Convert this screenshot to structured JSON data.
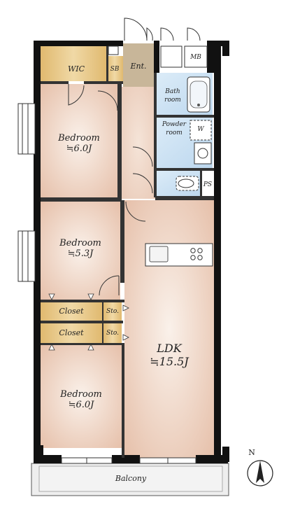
{
  "colors": {
    "wall": "#111111",
    "floor_warm": "#e9c8b3",
    "floor_center": "#f8ece4",
    "closet": "#e9c98a",
    "entry": "#c9b79b",
    "wet": "#cfe3f3",
    "balcony": "#ececec"
  },
  "rooms": {
    "bedroom1": {
      "name": "Bedroom",
      "area": "≒6.0J"
    },
    "bedroom2": {
      "name": "Bedroom",
      "area": "≒5.3J"
    },
    "bedroom3": {
      "name": "Bedroom",
      "area": "≒6.0J"
    },
    "ldk": {
      "name": "LDK",
      "area": "≒15.5J"
    },
    "wic": {
      "name": "WIC"
    },
    "sb": {
      "name": "SB"
    },
    "ent": {
      "name": "Ent."
    },
    "mb": {
      "name": "MB"
    },
    "bath": {
      "name": "Bath room"
    },
    "powder": {
      "name": "Powder room"
    },
    "ps": {
      "name": "PS"
    },
    "closet1": {
      "name": "Closet"
    },
    "closet2": {
      "name": "Closet"
    },
    "sto1": {
      "name": "Sto."
    },
    "sto2": {
      "name": "Sto."
    },
    "balcony": {
      "name": "Balcony"
    },
    "w_mark": {
      "name": "W"
    }
  },
  "compass": {
    "label": "N"
  }
}
